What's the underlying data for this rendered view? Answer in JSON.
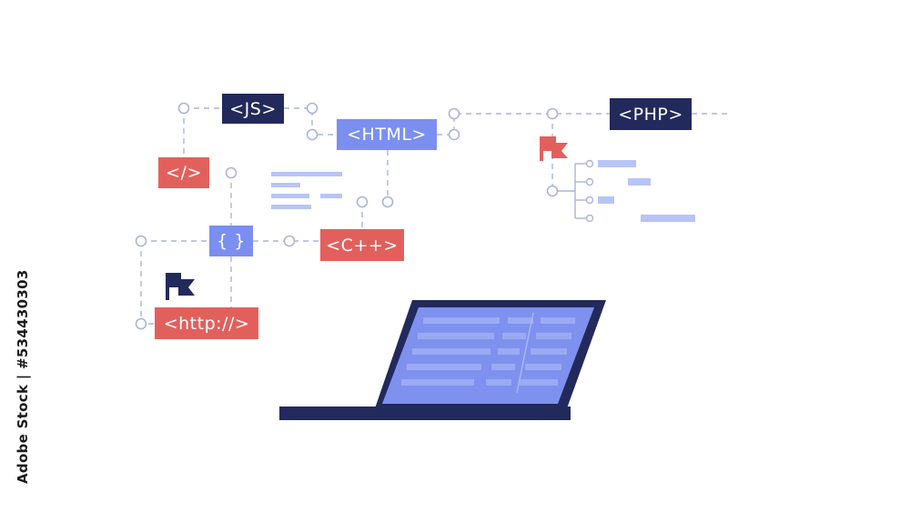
{
  "tags": {
    "js": "<JS>",
    "html": "<HTML>",
    "php": "<PHP>",
    "close_tag": "</>",
    "braces": "{ }",
    "cpp": "<C++>",
    "http": "<http://>"
  },
  "stock_id": "Adobe Stock | #534430303",
  "colors": {
    "navy": "#222a5c",
    "red": "#e2605c",
    "blue": "#7a8ff0",
    "light_blue": "#b7c4f7",
    "screen": "#7f91ee",
    "connector": "#aab4da"
  },
  "icons": [
    "flag-icon",
    "flag-icon",
    "laptop-icon",
    "tree-diagram-icon"
  ]
}
